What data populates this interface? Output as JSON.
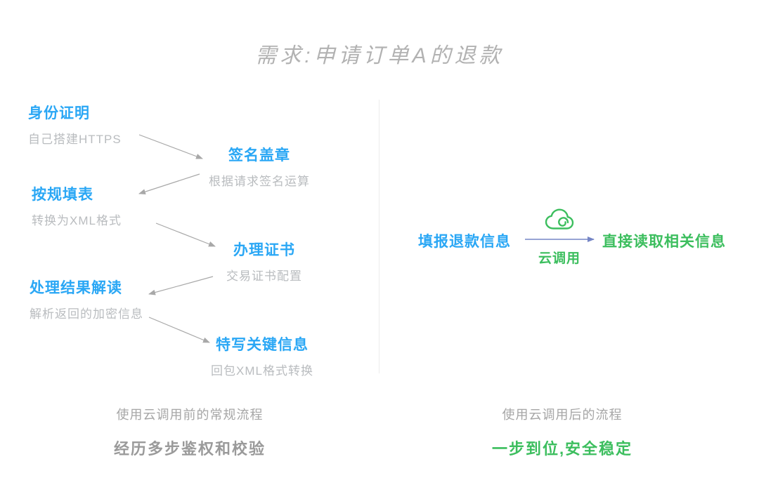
{
  "title": "需求:申请订单A的退款",
  "colors": {
    "blue": "#2aa7f5",
    "green": "#3cbe5e",
    "gray": "#b9bcbf",
    "title_gray": "#b2b2b2",
    "caption_gray": "#a6a6a6",
    "summary_gray": "#9a9a9a",
    "arrow_gray": "#a8a8a8",
    "arrow_blue": "#7585c5",
    "divider": "#ededed"
  },
  "left_flow": {
    "steps": [
      {
        "title": "身份证明",
        "subtitle": "自己搭建HTTPS"
      },
      {
        "title": "签名盖章",
        "subtitle": "根据请求签名运算"
      },
      {
        "title": "按规填表",
        "subtitle": "转换为XML格式"
      },
      {
        "title": "办理证书",
        "subtitle": "交易证书配置"
      },
      {
        "title": "处理结果解读",
        "subtitle": "解析返回的加密信息"
      },
      {
        "title": "特写关键信息",
        "subtitle": "回包XML格式转换"
      }
    ],
    "caption": "使用云调用前的常规流程",
    "summary": "经历多步鉴权和校验"
  },
  "right_flow": {
    "start": "填报退款信息",
    "via": "云调用",
    "via_icon": "cloud-icon",
    "end": "直接读取相关信息",
    "caption": "使用云调用后的流程",
    "summary": "一步到位,安全稳定"
  }
}
